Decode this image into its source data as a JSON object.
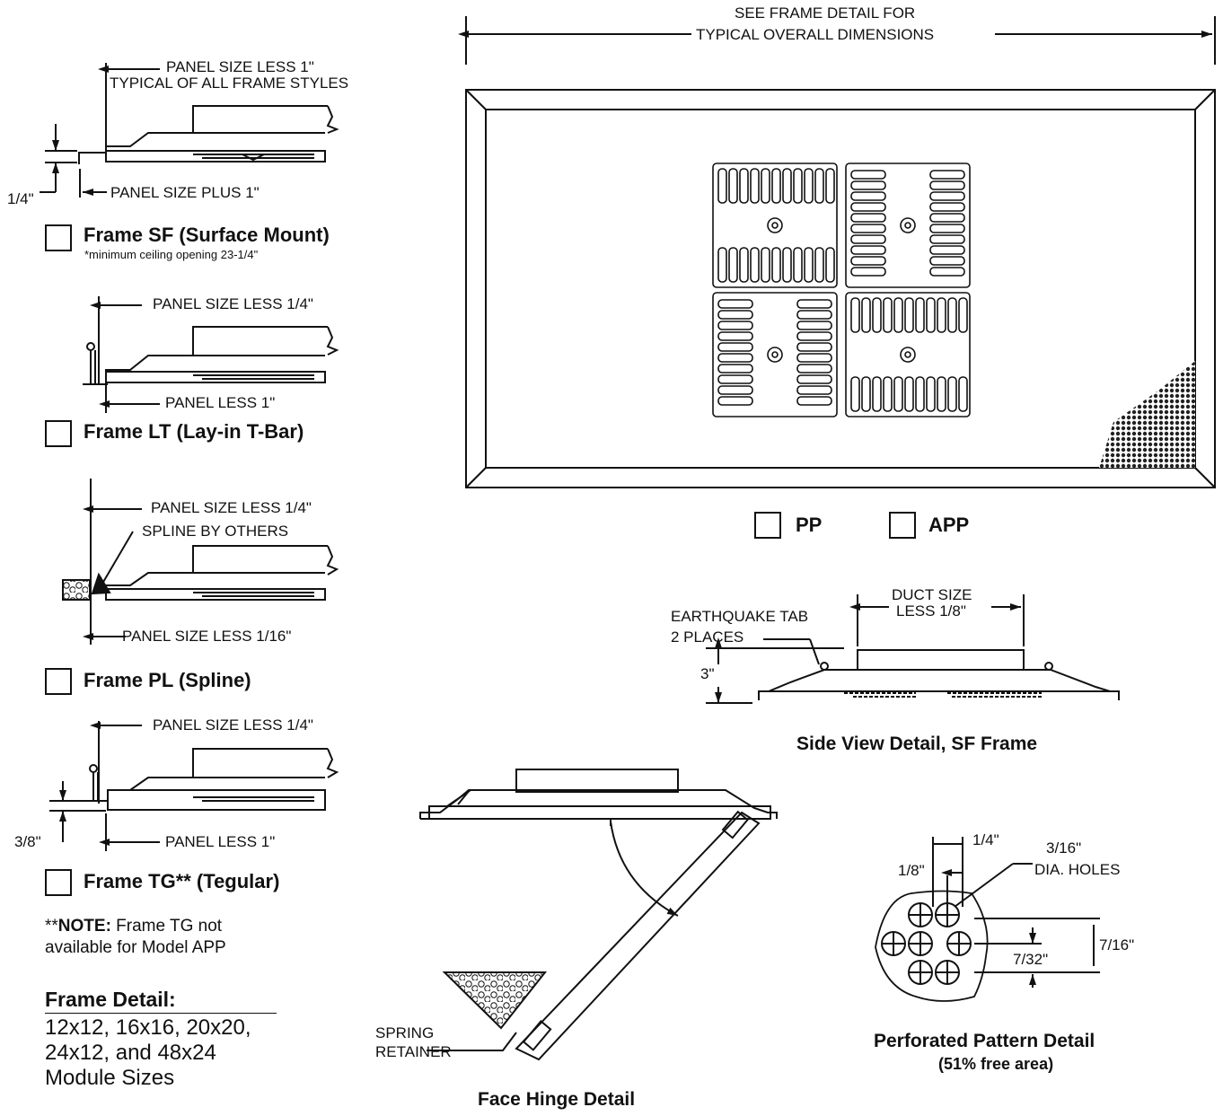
{
  "top_dimension": {
    "line1": "SEE FRAME DETAIL FOR",
    "line2": "TYPICAL OVERALL DIMENSIONS"
  },
  "panel_options": [
    {
      "label": "PP"
    },
    {
      "label": "APP"
    }
  ],
  "frames": {
    "sf": {
      "dim_top_1": "PANEL SIZE LESS 1\"",
      "dim_top_2": "TYPICAL OF ALL FRAME STYLES",
      "dim_bottom": "PANEL SIZE PLUS 1\"",
      "dim_left": "1/4\"",
      "title": "Frame SF (Surface Mount)",
      "note": "*minimum ceiling opening 23-1/4\""
    },
    "lt": {
      "dim_top": "PANEL SIZE LESS 1/4\"",
      "dim_bottom": "PANEL LESS 1\"",
      "title": "Frame LT (Lay-in T-Bar)"
    },
    "pl": {
      "dim_top": "PANEL SIZE LESS 1/4\"",
      "dim_spline": "SPLINE BY OTHERS",
      "dim_bottom": "PANEL SIZE LESS 1/16\"",
      "title": "Frame PL (Spline)"
    },
    "tg": {
      "dim_top": "PANEL SIZE LESS 1/4\"",
      "dim_bottom": "PANEL LESS 1\"",
      "dim_left": "3/8\"",
      "title": "Frame TG** (Tegular)"
    }
  },
  "tg_note": {
    "bold": "NOTE:",
    "prefix": "**",
    "text1": " Frame TG not",
    "text2": "available for Model APP"
  },
  "frame_detail": {
    "heading": "Frame Detail:",
    "line1": "12x12, 16x16, 20x20,",
    "line2": "24x12, and 48x24",
    "line3": "Module Sizes"
  },
  "side_view": {
    "tab_1": "EARTHQUAKE TAB",
    "tab_2": "2 PLACES",
    "duct_1": "DUCT SIZE",
    "duct_2": "LESS 1/8\"",
    "height": "3\"",
    "caption": "Side View Detail, SF Frame"
  },
  "hinge": {
    "retainer_1": "SPRING",
    "retainer_2": "RETAINER",
    "caption": "Face Hinge Detail"
  },
  "perforation": {
    "d_quarter": "1/4\"",
    "d_eighth": "1/8\"",
    "holes_1": "3/16\"",
    "holes_2": "DIA. HOLES",
    "d_716": "7/16\"",
    "d_732": "7/32\"",
    "caption": "Perforated Pattern Detail",
    "sub": "(51% free area)"
  }
}
